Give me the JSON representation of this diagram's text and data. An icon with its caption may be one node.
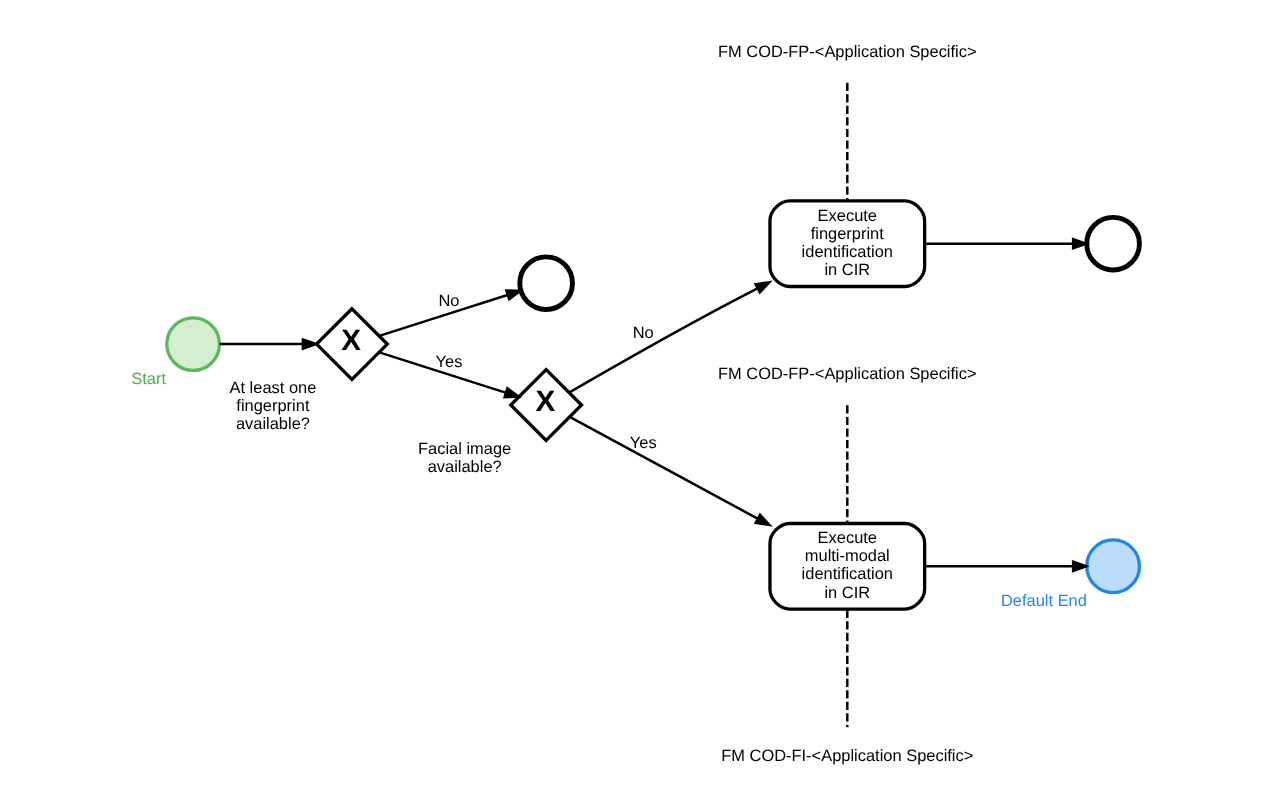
{
  "diagram": {
    "nodes": [
      {
        "text": [],
        "shape": "circle",
        "beside": [
          "Start"
        ]
      },
      {
        "text": [
          "X"
        ],
        "beside": [
          "At least one fingerprint available?"
        ]
      },
      {
        "text": [],
        "shape": "circle"
      },
      {
        "text": [
          "X"
        ],
        "beside": [
          "Facial image available?"
        ]
      },
      {
        "text": [
          "Execute fingerprint identification in CIR"
        ]
      },
      {
        "text": [],
        "shape": "circle"
      },
      {
        "text": [
          "Execute multi-modal identification in CIR"
        ]
      },
      {
        "text": [],
        "shape": "circle",
        "beside": [
          "Default End"
        ]
      },
      {
        "text": [
          "FM COD-FP-<Application Specific>"
        ]
      },
      {
        "text": [
          "FM COD-FP-<Application Specific>"
        ]
      },
      {
        "text": [
          "FM COD-FI-<Application Specific>"
        ]
      }
    ],
    "edges": [
      {
        "from": 0,
        "to": 1,
        "arrow": "to"
      },
      {
        "from": 1,
        "to": 2,
        "arrow": "to",
        "label": "No"
      },
      {
        "from": 1,
        "to": 3,
        "arrow": "to",
        "label": "Yes"
      },
      {
        "from": 3,
        "to": 4,
        "arrow": "to",
        "label": "No"
      },
      {
        "from": 3,
        "to": 6,
        "arrow": "to",
        "label": "Yes"
      },
      {
        "from": 4,
        "to": 5,
        "arrow": "to"
      },
      {
        "from": 6,
        "to": 7,
        "arrow": "to"
      },
      {
        "from": 8,
        "to": 4,
        "arrow": "none",
        "style": "dashed"
      },
      {
        "from": 9,
        "to": 6,
        "arrow": "none",
        "style": "dashed"
      },
      {
        "from": 6,
        "to": 10,
        "arrow": "none",
        "style": "dashed"
      }
    ]
  }
}
